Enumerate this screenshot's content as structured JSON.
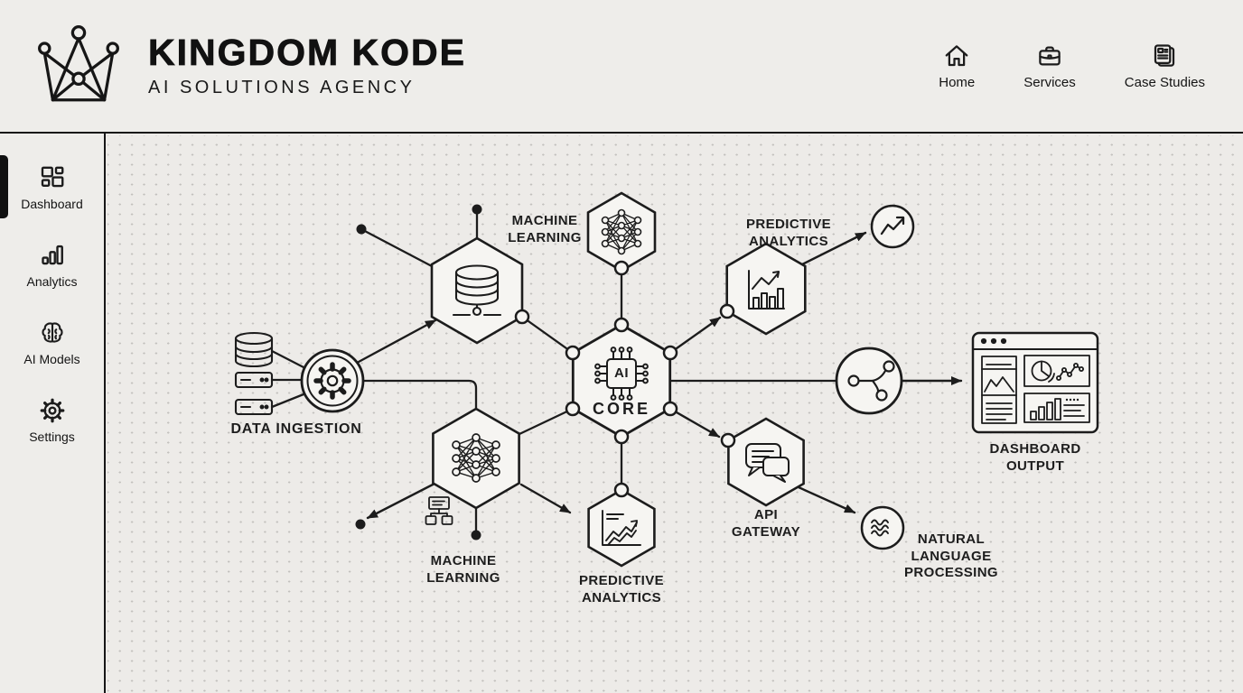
{
  "brand": {
    "name": "KINGDOM KODE",
    "tagline": "AI SOLUTIONS AGENCY",
    "logo_icon": "crown-network-icon"
  },
  "nav": {
    "items": [
      {
        "label": "Home",
        "icon": "home-icon"
      },
      {
        "label": "Services",
        "icon": "briefcase-icon"
      },
      {
        "label": "Case Studies",
        "icon": "case-studies-icon"
      }
    ]
  },
  "sidebar": {
    "items": [
      {
        "label": "Dashboard",
        "icon": "dashboard-grid-icon",
        "active": true
      },
      {
        "label": "Analytics",
        "icon": "analytics-bars-icon",
        "active": false
      },
      {
        "label": "AI Models",
        "icon": "brain-icon",
        "active": false
      },
      {
        "label": "Settings",
        "icon": "gear-icon",
        "active": false
      }
    ]
  },
  "diagram": {
    "labels": {
      "ml_top": "MACHINE\nLEARNING",
      "pa_top": "PREDICTIVE\nANALYTICS",
      "data_ingestion": "DATA INGESTION",
      "ai_chip": "AI",
      "ai_core": "CORE",
      "ml_bottom": "MACHINE\nLEARNING",
      "pa_bottom": "PREDICTIVE\nANALYTICS",
      "api_gateway": "API\nGATEWAY",
      "nlp": "NATURAL\nLANGUAGE\nPROCESSING",
      "dashboard_output": "DASHBOARD\nOUTPUT"
    },
    "icons": [
      "database-icon",
      "server-icon",
      "gear-icon",
      "neural-network-icon",
      "ai-chip-icon",
      "bar-chart-icon",
      "trend-arrow-icon",
      "share-hub-icon",
      "chat-bubbles-icon",
      "waves-icon",
      "sitemap-icon",
      "browser-window-icon"
    ],
    "colors": {
      "stroke": "#1c1c1c",
      "background": "#edebe8",
      "panel_fill": "#f6f5f2",
      "dot_grid": "#c3c1be",
      "active_indicator": "#111111"
    }
  }
}
